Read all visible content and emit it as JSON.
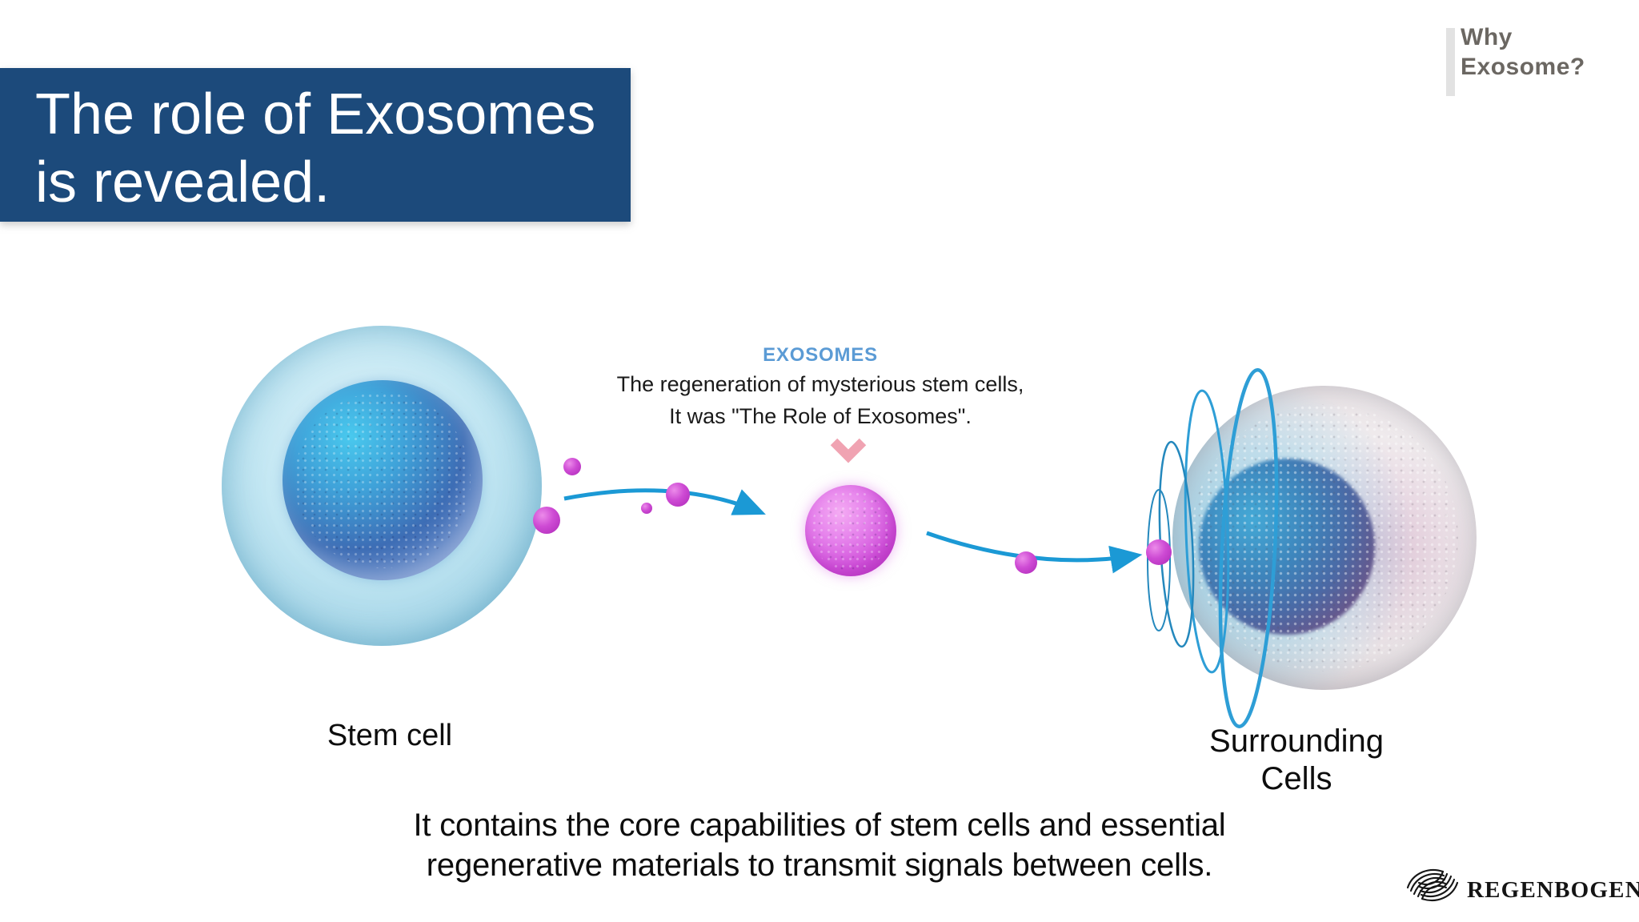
{
  "title": {
    "line1": "The role of Exosomes",
    "line2": "is revealed."
  },
  "corner": {
    "line1": "Why",
    "line2": "Exosome?"
  },
  "diagram": {
    "exosomes_heading": "EXOSOMES",
    "caption_line1": "The regeneration of mysterious stem cells,",
    "caption_line2": "It was \"The Role of Exosomes\".",
    "stem_cell_label": "Stem cell",
    "surrounding_line1": "Surrounding",
    "surrounding_line2": "Cells"
  },
  "footer": {
    "line1": "It contains the core capabilities of stem cells and essential",
    "line2": "regenerative materials to transmit signals between cells.",
    "brand": "REGENBOGEN"
  },
  "icons": {
    "chevron": "chevron-down-icon",
    "arrows": "curved-transfer-arrow-icon",
    "rings": "orbit-ring-icon",
    "logo_mark": "regenbogen-swirl-icon"
  },
  "colors": {
    "title_bg": "#1C4A7B",
    "title_text": "#FFFFFF",
    "corner_text": "#6B6762",
    "corner_bar": "#E2E2E2",
    "exosomes_heading": "#5B9BD5",
    "body_text": "#0D0D0D",
    "arrow_blue": "#1B99D5",
    "ring_blue": "#2E9ED6",
    "chevron_pink": "#F0A3B2",
    "vesicle_magenta": "#C93FD1",
    "stem_cell_outer": "#BCE3F2",
    "stem_cell_nucleus": "#3D6DB5",
    "exosome_sphere": "#D051DA",
    "surrounding_cell_body": "#E9E3E6"
  }
}
